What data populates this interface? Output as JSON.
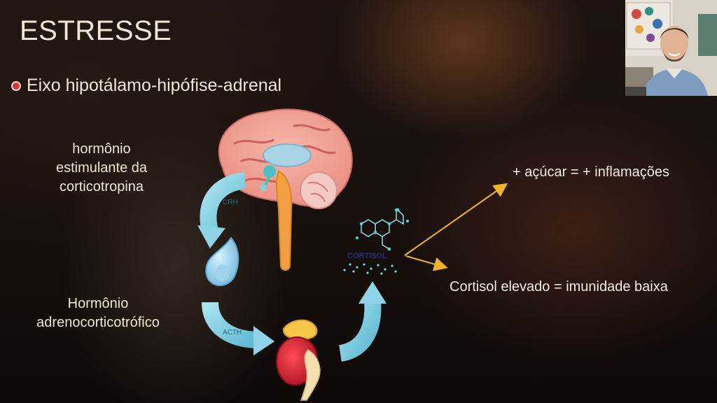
{
  "slide": {
    "title": "ESTRESSE",
    "bullet": "Eixo hipotálamo-hipófise-adrenal",
    "left_top_label": [
      "hormônio",
      "estimulante da",
      "corticotropina"
    ],
    "left_bottom_label": [
      "Hormônio",
      "adrenocorticotrófico"
    ],
    "right_top_text": "+ açúcar = + inflamações",
    "right_bottom_text": "Cortisol elevado = imunidade baixa"
  },
  "diagram": {
    "crh_label": "CRH",
    "acth_label": "ACTH",
    "cortisol_label": "CORTISOL"
  },
  "colors": {
    "arrow_teal": "#8fd3e6",
    "pointer_yellow": "#f0b429",
    "text_light": "#f1e7d6"
  },
  "icons": {
    "brain": "brain-icon",
    "pituitary": "pituitary-gland-icon",
    "adrenal": "adrenal-kidney-icon",
    "molecule": "cortisol-molecule-icon"
  }
}
